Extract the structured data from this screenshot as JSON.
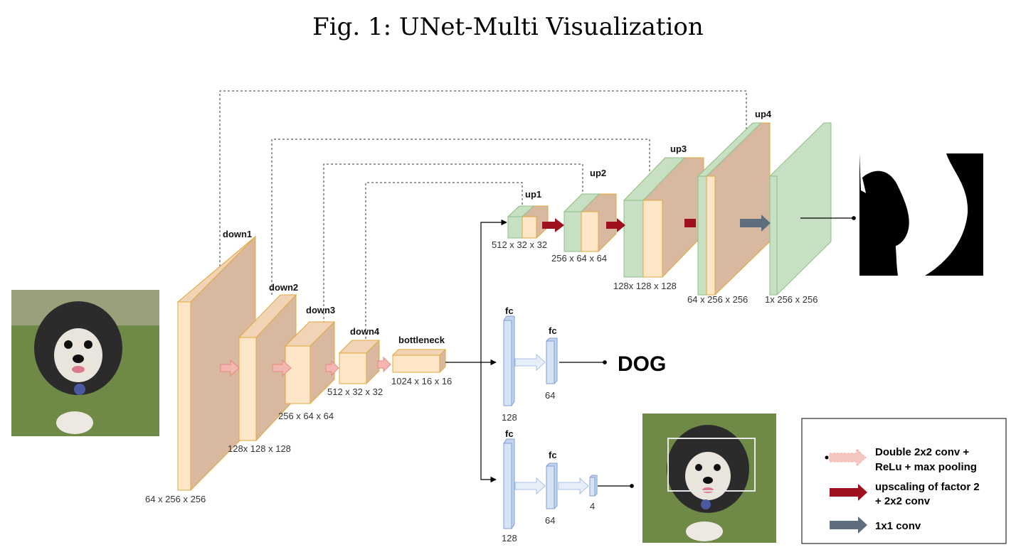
{
  "title": "Fig. 1: UNet-Multi Visualization",
  "encoder": {
    "blocks": [
      {
        "name": "down1",
        "dims": "64 x 256 x 256"
      },
      {
        "name": "down2",
        "dims": "128x 128 x 128"
      },
      {
        "name": "down3",
        "dims": "256 x 64 x 64"
      },
      {
        "name": "down4",
        "dims": "512 x 32 x 32"
      },
      {
        "name": "bottleneck",
        "dims": "1024 x 16 x 16"
      }
    ]
  },
  "decoder": {
    "blocks": [
      {
        "name": "up1",
        "dims": "512 x 32 x 32"
      },
      {
        "name": "up2",
        "dims": "256 x 64 x 64"
      },
      {
        "name": "up3",
        "dims": "128x 128 x 128"
      },
      {
        "name": "up4",
        "dims": "64 x 256 x 256"
      }
    ],
    "output_dims": "1x 256 x 256"
  },
  "classification_head": {
    "fc_label": "fc",
    "fc1_size": "128",
    "fc2_size": "64",
    "output_text": "DOG"
  },
  "bbox_head": {
    "fc_label": "fc",
    "fc1_size": "128",
    "fc2_size": "64",
    "fc3_size": "4"
  },
  "legend": {
    "items": [
      {
        "text_line1": "Double 2x2 conv +",
        "text_line2": "ReLu + max pooling",
        "color": "#f4b6b0",
        "icon": "pink-arrow-icon"
      },
      {
        "text_line1": "upscaling of factor 2",
        "text_line2": "+ 2x2 conv",
        "color": "#a0111e",
        "icon": "dark-red-arrow-icon"
      },
      {
        "text_line1": "1x1 conv",
        "text_line2": "",
        "color": "#5e6e7d",
        "icon": "gray-arrow-icon"
      }
    ]
  },
  "colors": {
    "encoder_face": "#fde6c8",
    "encoder_side": "#d8b89f",
    "encoder_stroke": "#e0a83c",
    "decoder_green": "#c7dfc3",
    "decoder_stroke": "#8fbf84",
    "fc_fill": "#d6e3f5",
    "fc_stroke": "#7f9fd3"
  }
}
